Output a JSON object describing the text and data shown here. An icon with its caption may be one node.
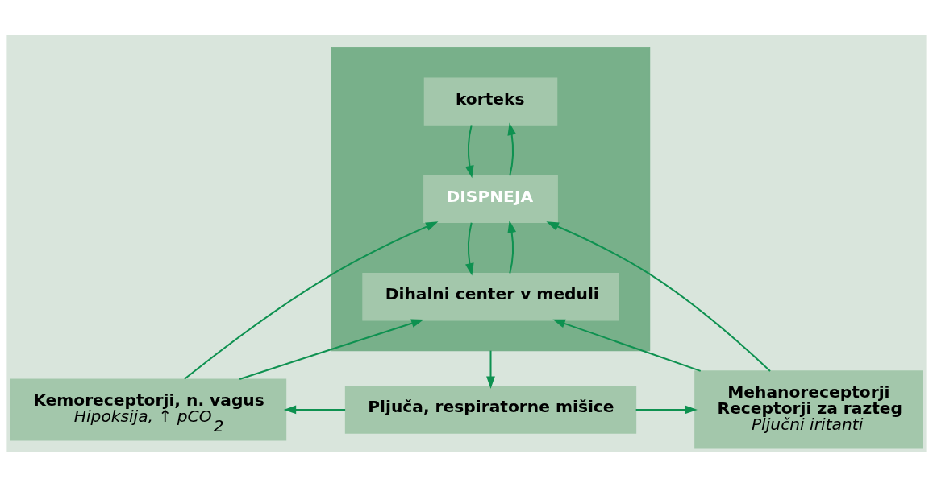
{
  "diagram": {
    "nodes": [
      {
        "text": [],
        "shape": "box"
      },
      {
        "text": [
          "korteks"
        ],
        "in": 0
      },
      {
        "text": [
          "DISPNEJA"
        ],
        "in": 0
      },
      {
        "text": [
          "Dihalni center v meduli"
        ],
        "in": 0
      },
      {
        "text": [
          "Kemoreceptorji, n. vagus",
          "Hipoksija, ↑ pCO$_{2}$"
        ]
      },
      {
        "text": [
          "Pljuča, respiratorne mišice"
        ]
      },
      {
        "text": [
          "Mehanoreceptorji",
          "Receptorji za razteg",
          "Pljučni iritanti"
        ]
      }
    ],
    "edges": [
      {
        "from": 1,
        "to": 2,
        "arrow": "to"
      },
      {
        "from": 2,
        "to": 1,
        "arrow": "to"
      },
      {
        "from": 2,
        "to": 3,
        "arrow": "to"
      },
      {
        "from": 3,
        "to": 2,
        "arrow": "to"
      },
      {
        "from": 0,
        "to": 5,
        "arrow": "to"
      },
      {
        "from": 5,
        "to": 4,
        "arrow": "to"
      },
      {
        "from": 5,
        "to": 6,
        "arrow": "to"
      },
      {
        "from": 4,
        "to": 2,
        "arrow": "to"
      },
      {
        "from": 4,
        "to": 3,
        "arrow": "to"
      },
      {
        "from": 6,
        "to": 2,
        "arrow": "to"
      },
      {
        "from": 6,
        "to": 3,
        "arrow": "to"
      }
    ]
  }
}
